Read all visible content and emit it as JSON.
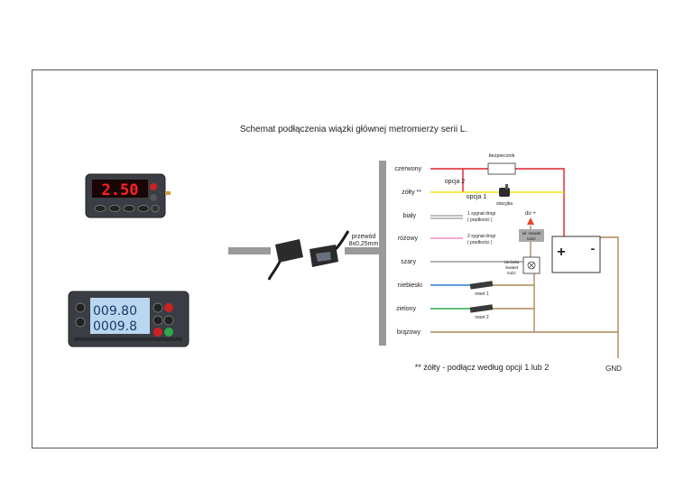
{
  "title": "Schemat podłączenia wiązki głównej metromierzy serii L.",
  "cable_label": {
    "line1": "przewód",
    "line2": "8x0,25mm"
  },
  "wires": [
    {
      "label": "czerwony",
      "color": "#e0202a"
    },
    {
      "label": "żółty **",
      "color": "#f2e11a"
    },
    {
      "label": "biały",
      "color": "#cfcfcf"
    },
    {
      "label": "różowy",
      "color": "#f08cc0"
    },
    {
      "label": "szary",
      "color": "#9a9a9a"
    },
    {
      "label": "niebieski",
      "color": "#2a7ac8"
    },
    {
      "label": "zielony",
      "color": "#2fa84a"
    },
    {
      "label": "brązowy",
      "color": "#b0875a"
    }
  ],
  "annotations": {
    "fuse": "bezpiecznik",
    "option2": "opcja 2",
    "option1": "opcja 1",
    "ignition": "stacyjka",
    "signal1_l1": "1 sygnał drogi",
    "signal1_l2": "( prędkości )",
    "signal2_l1": "2 sygnał drogi",
    "signal2_l2": "( prędkości )",
    "to_plus": "do +",
    "boat_light_l1": "wł. świateł",
    "boat_light_l2": "łodzi",
    "bulb_l1": "żarówka",
    "bulb_l2": "świateł",
    "bulb_l3": "łodzi",
    "reset1": "reset 1",
    "reset2": "reset 2",
    "plus": "+",
    "minus": "-",
    "gnd": "GND"
  },
  "footnote": "** żółty - podłącz według opcji 1 lub 2",
  "device1": {
    "display": "2.50",
    "brand": ""
  },
  "device2": {
    "line1": "009.80",
    "line2": "0009.8"
  }
}
